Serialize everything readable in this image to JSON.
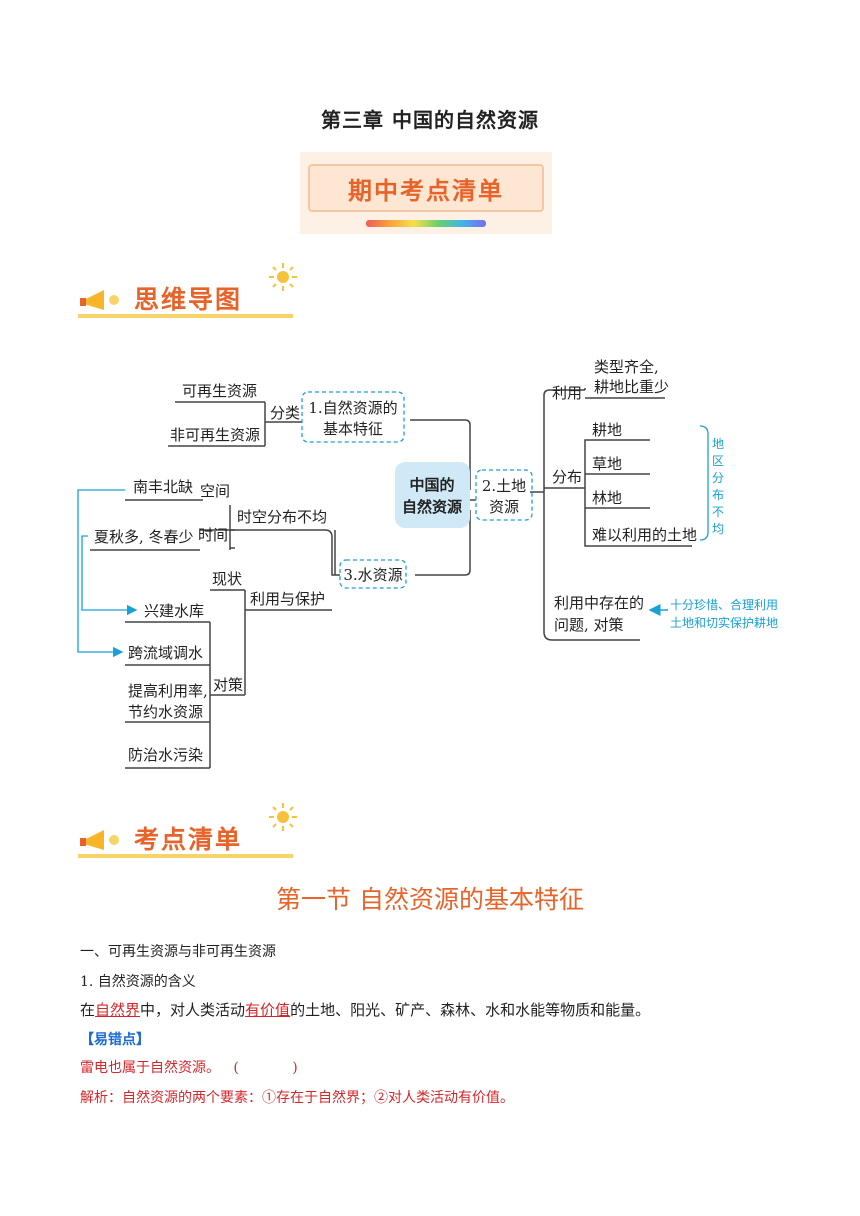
{
  "chapter_title": "第三章  中国的自然资源",
  "exam_banner": "期中考点清单",
  "sections": {
    "mindmap_header": "思维导图",
    "keypoints_header": "考点清单"
  },
  "mindmap": {
    "center": [
      "中国的",
      "自然资源"
    ],
    "branch1": {
      "title": [
        "1.自然资源的",
        "基本特征"
      ],
      "link": "分类",
      "items": [
        "可再生资源",
        "非可再生资源"
      ]
    },
    "branch2": {
      "title": [
        "2.土地",
        "资源"
      ],
      "use_label": "利用",
      "use_text": [
        "类型齐全,",
        "耕地比重少"
      ],
      "dist_label": "分布",
      "dist_items": [
        "耕地",
        "草地",
        "林地",
        "难以利用的土地"
      ],
      "dist_note": [
        "地",
        "区",
        "分",
        "布",
        "不",
        "均"
      ],
      "problem": [
        "利用中存在的",
        "问题, 对策"
      ],
      "problem_note": [
        "十分珍惜、合理利用",
        "土地和切实保护耕地"
      ]
    },
    "branch3": {
      "title": "3.水资源",
      "st_label": "时空分布不均",
      "space_label": "空间",
      "space_item": "南丰北缺",
      "time_label": "时间",
      "time_item": "夏秋多, 冬春少",
      "protect_label": "利用与保护",
      "status_label": "现状",
      "measure_label": "对策",
      "measures": [
        "兴建水库",
        "跨流域调水",
        "提高利用率,",
        "节约水资源",
        "防治水污染"
      ]
    }
  },
  "section_title": "第一节    自然资源的基本特征",
  "content": {
    "heading1": "一、可再生资源与非可再生资源",
    "heading2": "1.  自然资源的含义",
    "def_prefix": "在",
    "def_key1": "自然界",
    "def_mid": "中，对人类活动",
    "def_key2": "有价值",
    "def_suffix": "的土地、阳光、矿产、森林、水和水能等物质和能量。",
    "mistake_label": "【易错点】",
    "mistake_statement": "雷电也属于自然资源。   (            )",
    "analysis": "解析：自然资源的两个要素：①存在于自然界；②对人类活动有价值。"
  },
  "colors": {
    "accent": "#e8632a",
    "highlight_blue": "#1aa0d6",
    "answer_red": "#d6262a"
  }
}
